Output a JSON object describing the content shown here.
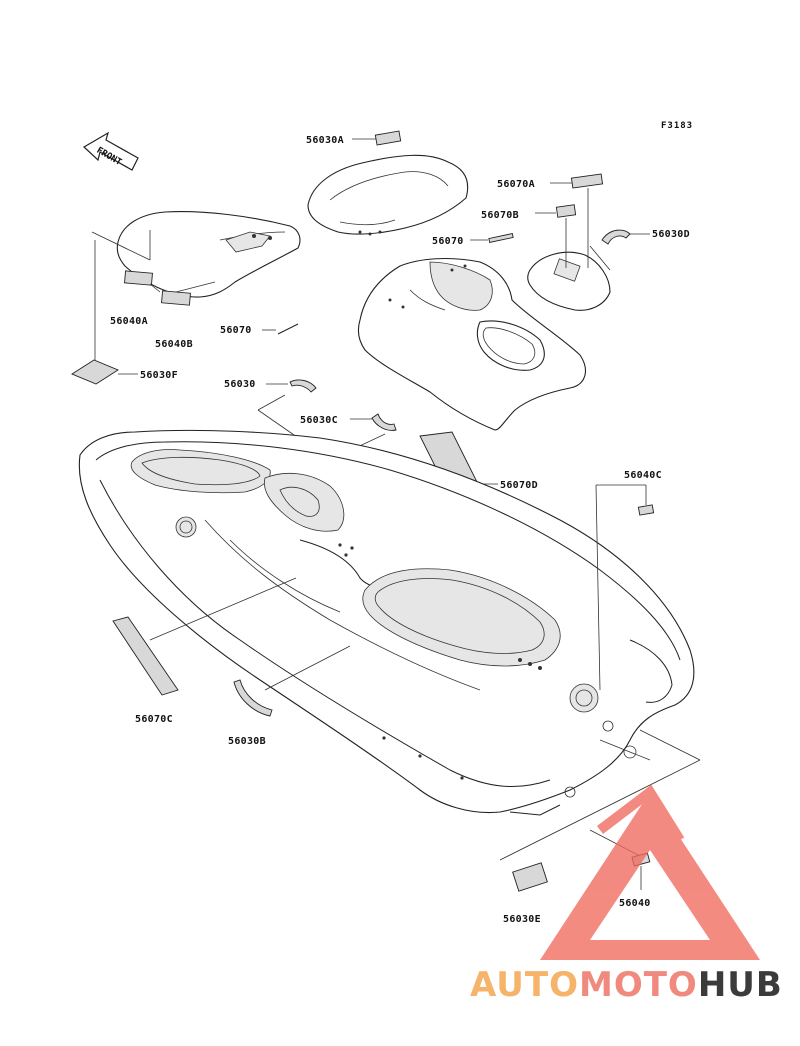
{
  "figure_code": "F3183",
  "front_arrow_text": "FRONT",
  "parts": {
    "p56030A": "56030A",
    "p56070A": "56070A",
    "p56070B": "56070B",
    "p56030D": "56030D",
    "p56070_top": "56070",
    "p56040A": "56040A",
    "p56040B": "56040B",
    "p56070_mid": "56070",
    "p56030F": "56030F",
    "p56030": "56030",
    "p56030C": "56030C",
    "p56070D": "56070D",
    "p56040C": "56040C",
    "p56070C": "56070C",
    "p56030B": "56030B",
    "p56030E": "56030E",
    "p56040": "56040"
  },
  "watermark": {
    "part1": "AUTO",
    "part2": "MOTO",
    "part3": "HUB",
    "colors": {
      "auto": "#f6b36a",
      "moto": "#f08a7e",
      "hub": "#3b3b3b",
      "triangle": "#f06a5e"
    }
  }
}
